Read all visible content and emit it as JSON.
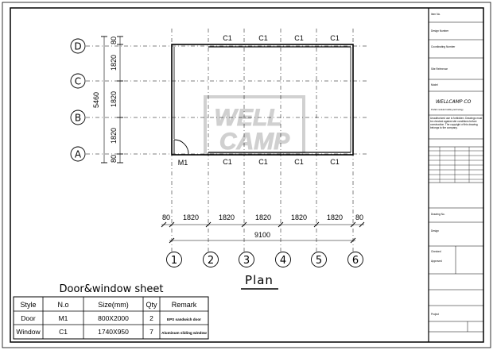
{
  "plan": {
    "title": "Plan",
    "axes_rows": [
      {
        "label": "D"
      },
      {
        "label": "C"
      },
      {
        "label": "B"
      },
      {
        "label": "A"
      }
    ],
    "axes_cols": [
      {
        "label": "1"
      },
      {
        "label": "2"
      },
      {
        "label": "3"
      },
      {
        "label": "4"
      },
      {
        "label": "5"
      },
      {
        "label": "6"
      }
    ],
    "dim_left": {
      "total": "5460",
      "bays": [
        "80",
        "1820",
        "1820",
        "1820",
        "80"
      ]
    },
    "dim_bottom": {
      "total": "9100",
      "bays": [
        "80",
        "1820",
        "1820",
        "1820",
        "1820",
        "1820",
        "80"
      ]
    },
    "door_label": "M1",
    "window_label": "C1",
    "watermark": [
      "WELL",
      "CAMP"
    ]
  },
  "schedule": {
    "title": "Door&window sheet",
    "headers": [
      "Style",
      "N.o",
      "Size(mm)",
      "Qty",
      "Remark"
    ],
    "rows": [
      [
        "Door",
        "M1",
        "800X2000",
        "2",
        "EPS sandwich door"
      ],
      [
        "Window",
        "C1",
        "1740X950",
        "7",
        "Aluminum sliding window"
      ]
    ]
  },
  "title_block": {
    "company": "WELLCAMP CO",
    "company_sub": "Prefab modular building technology",
    "notes": "Unauthorized use is forbidden. Drawings must be checked against site conditions before construction. The copyright of this drawing belongs to the company.",
    "fields": [
      "Item No.",
      "Design Number",
      "Coordinating Number",
      "Site Reference",
      "Model",
      "Drawing No.",
      "Design",
      "Checked",
      "Approved",
      "Project"
    ]
  }
}
